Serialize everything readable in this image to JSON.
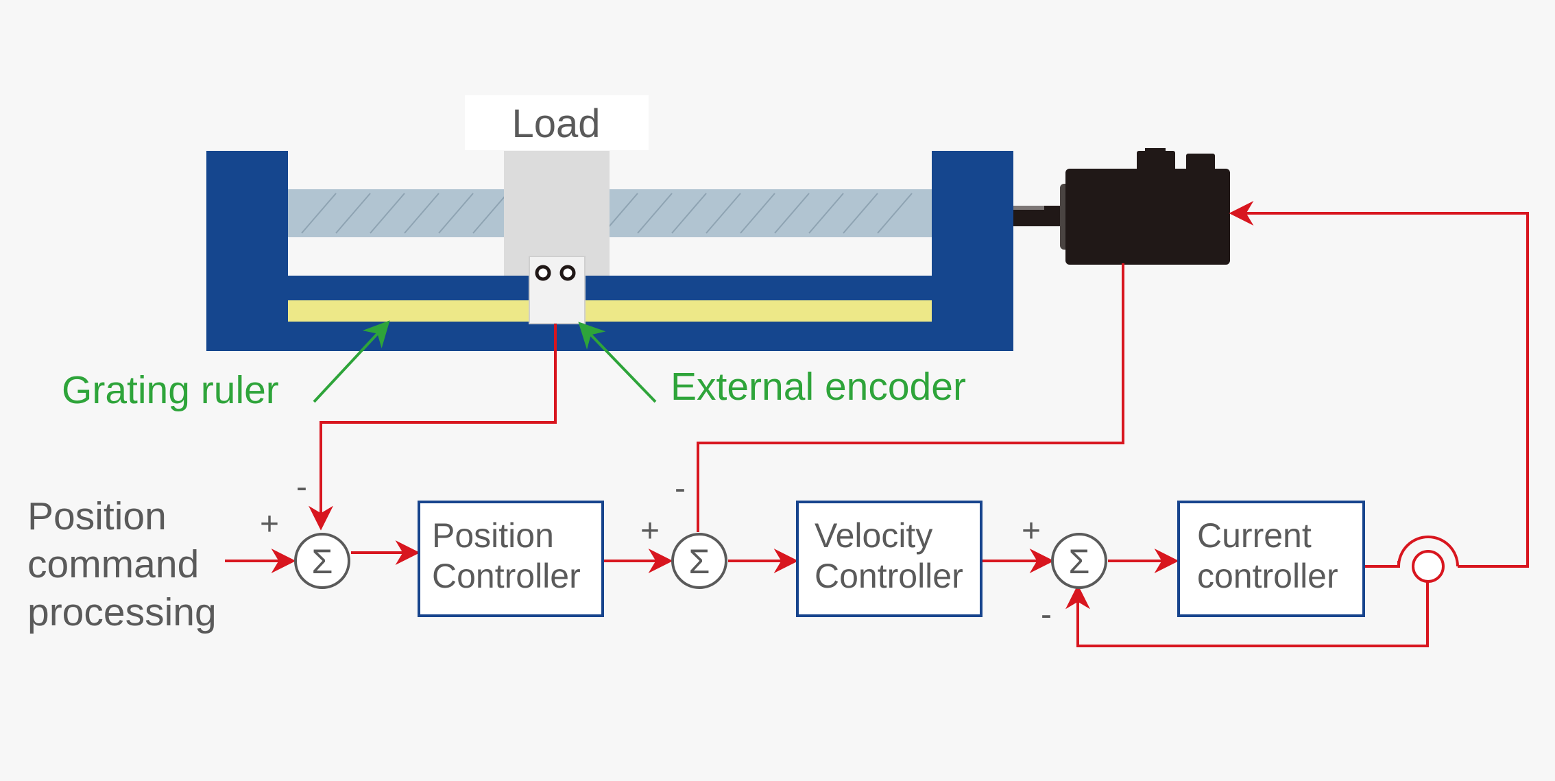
{
  "labels": {
    "load": "Load",
    "grating_ruler": "Grating ruler",
    "external_encoder": "External encoder",
    "input_line1": "Position",
    "input_line2": "command",
    "input_line3": "processing"
  },
  "blocks": {
    "position": {
      "line1": "Position",
      "line2": "Controller"
    },
    "velocity": {
      "line1": "Velocity",
      "line2": "Controller"
    },
    "current": {
      "line1": "Current",
      "line2": "controller"
    }
  },
  "summing_junctions": {
    "symbol": "Σ",
    "plus": "+",
    "minus": "-"
  },
  "colors": {
    "frame_blue": "#15468e",
    "rail": "#b1c4d1",
    "ruler": "#ede888",
    "signal_red": "#d8161f",
    "label_green": "#2ea43a",
    "motor_black": "#201817",
    "text_gray": "#5a5a5a"
  }
}
